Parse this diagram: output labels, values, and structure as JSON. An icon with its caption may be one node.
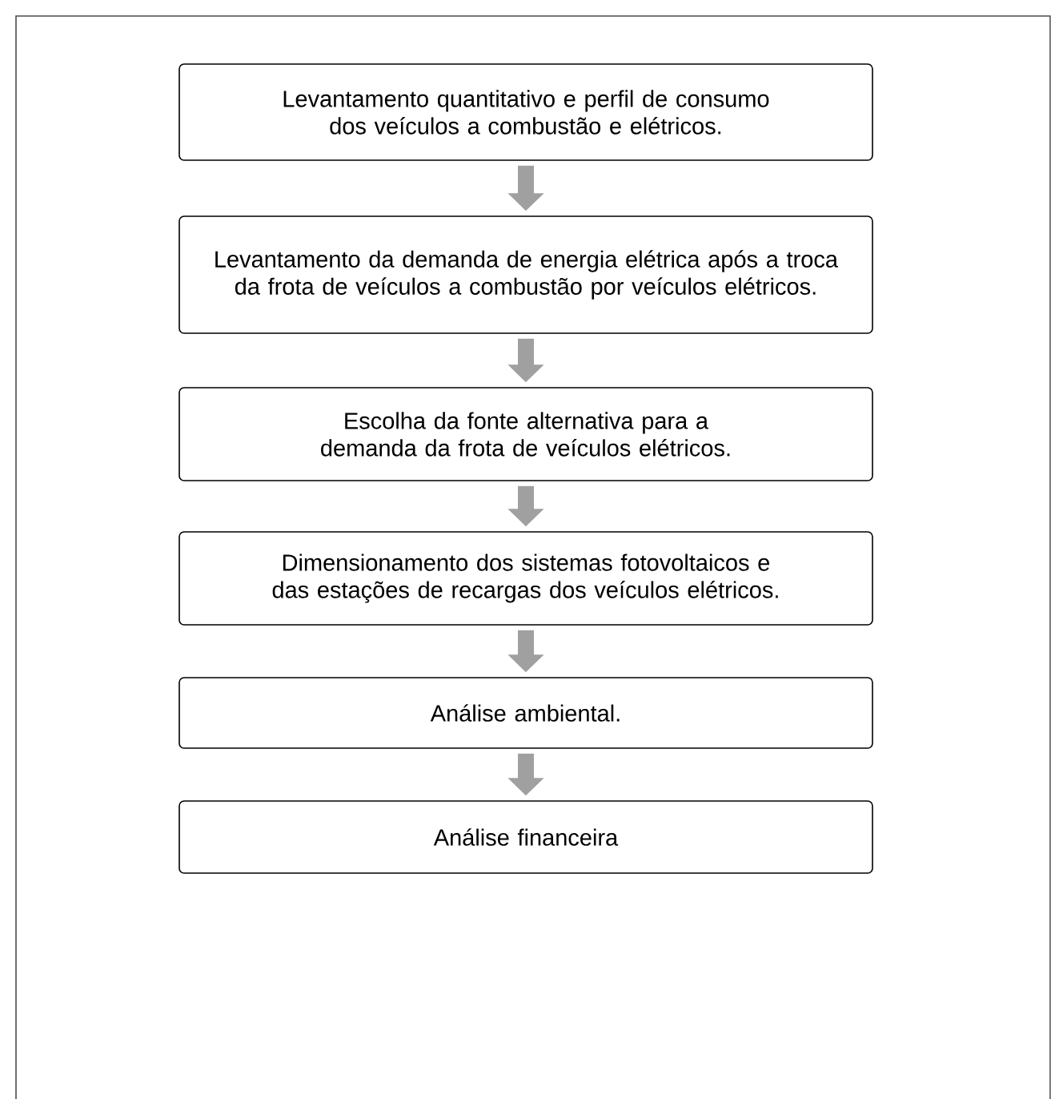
{
  "diagram": {
    "nodes": [
      {
        "text": [
          "Levantamento quantitativo e perfil de consumo dos veículos a combustão e elétricos."
        ]
      },
      {
        "text": [
          "Levantamento da demanda de energia elétrica após a troca da frota de veículos a combustão por veículos elétricos."
        ]
      },
      {
        "text": [
          "Escolha da fonte alternativa para a demanda da frota de veículos elétricos."
        ]
      },
      {
        "text": [
          "Dimensionamento dos sistemas fotovoltaicos e das estações de recargas dos veículos elétricos."
        ]
      },
      {
        "text": [
          "Análise ambiental."
        ]
      },
      {
        "text": [
          "Análise financeira"
        ]
      }
    ],
    "edges": [
      {
        "from": 0,
        "to": 1,
        "arrow": "to"
      },
      {
        "from": 1,
        "to": 2,
        "arrow": "to"
      },
      {
        "from": 2,
        "to": 3,
        "arrow": "to"
      },
      {
        "from": 3,
        "to": 4,
        "arrow": "to"
      },
      {
        "from": 4,
        "to": 5,
        "arrow": "to"
      }
    ]
  }
}
